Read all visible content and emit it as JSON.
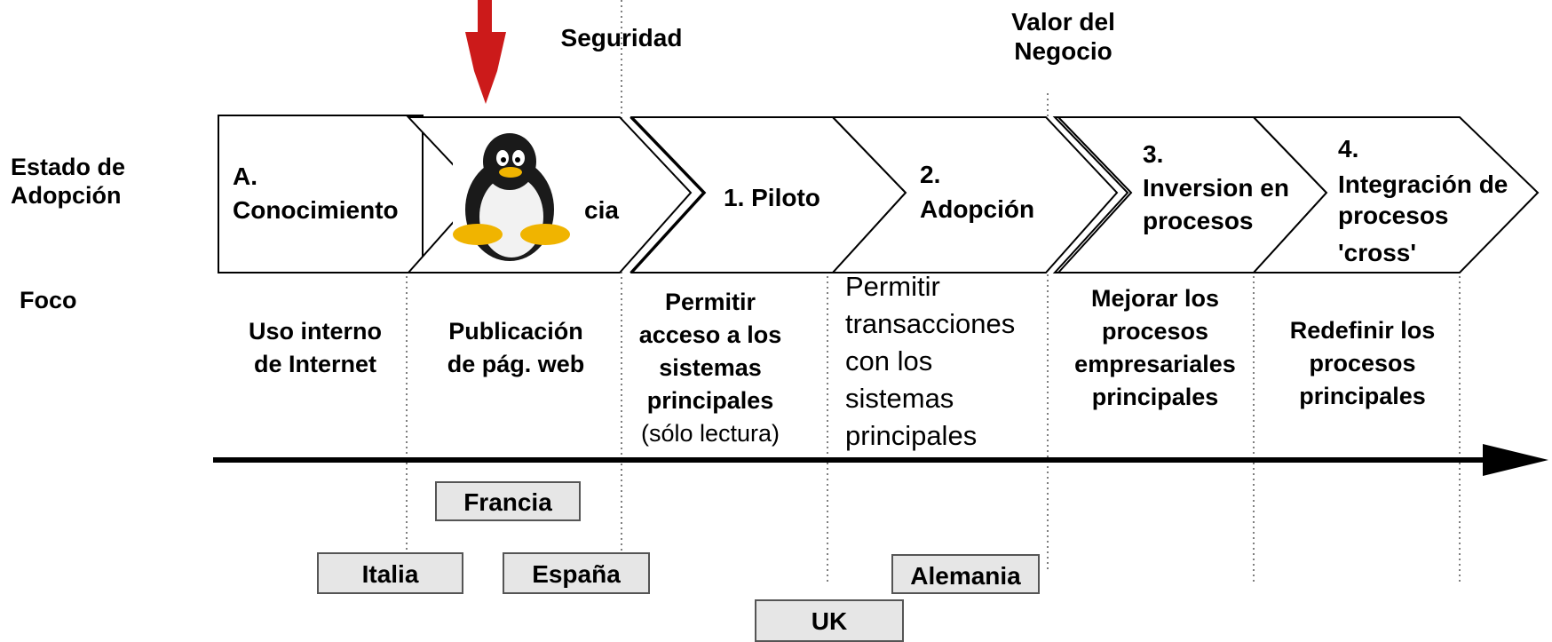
{
  "milestones": {
    "security": "Seguridad",
    "business_value": "Valor del Negocio"
  },
  "rows": {
    "adoption_state": "Estado de Adopción",
    "focus": "Foco"
  },
  "stages": {
    "a": {
      "number": "A.",
      "name": "Conocimiento"
    },
    "b": {
      "name_fragment": "cia"
    },
    "s1": "1. Piloto",
    "s2": {
      "number": "2.",
      "name": "Adopción"
    },
    "s3": {
      "number": "3.",
      "name_line1": "Inversion en",
      "name_line2": "procesos"
    },
    "s4": {
      "number": "4.",
      "name_line1": "Integración de",
      "name_line2": "procesos",
      "name_line3": "'cross'"
    }
  },
  "focus": {
    "f1": {
      "line1": "Uso interno",
      "line2": "de Internet"
    },
    "f2": {
      "line1": "Publicación",
      "line2": "de pág. web"
    },
    "f3": {
      "line1": "Permitir",
      "line2": "acceso a los",
      "line3": "sistemas",
      "line4": "principales",
      "note": "(sólo lectura)"
    },
    "f4": {
      "line1": "Permitir",
      "line2": "transacciones",
      "line3": "con los",
      "line4": "sistemas",
      "line5": "principales"
    },
    "f5": {
      "line1": "Mejorar los",
      "line2": "procesos",
      "line3": "empresariales",
      "line4": "principales"
    },
    "f6": {
      "line1": "Redefinir los",
      "line2": "procesos",
      "line3": "principales"
    }
  },
  "countries": {
    "francia": "Francia",
    "italia": "Italia",
    "espana": "España",
    "alemania": "Alemania",
    "uk": "UK"
  },
  "colors": {
    "marker_arrow": "#cc1a1a",
    "country_box": "#e6e6e6",
    "stage_border": "#000000"
  },
  "icons": {
    "marker": "down-arrow-icon",
    "mascot": "penguin-icon"
  }
}
